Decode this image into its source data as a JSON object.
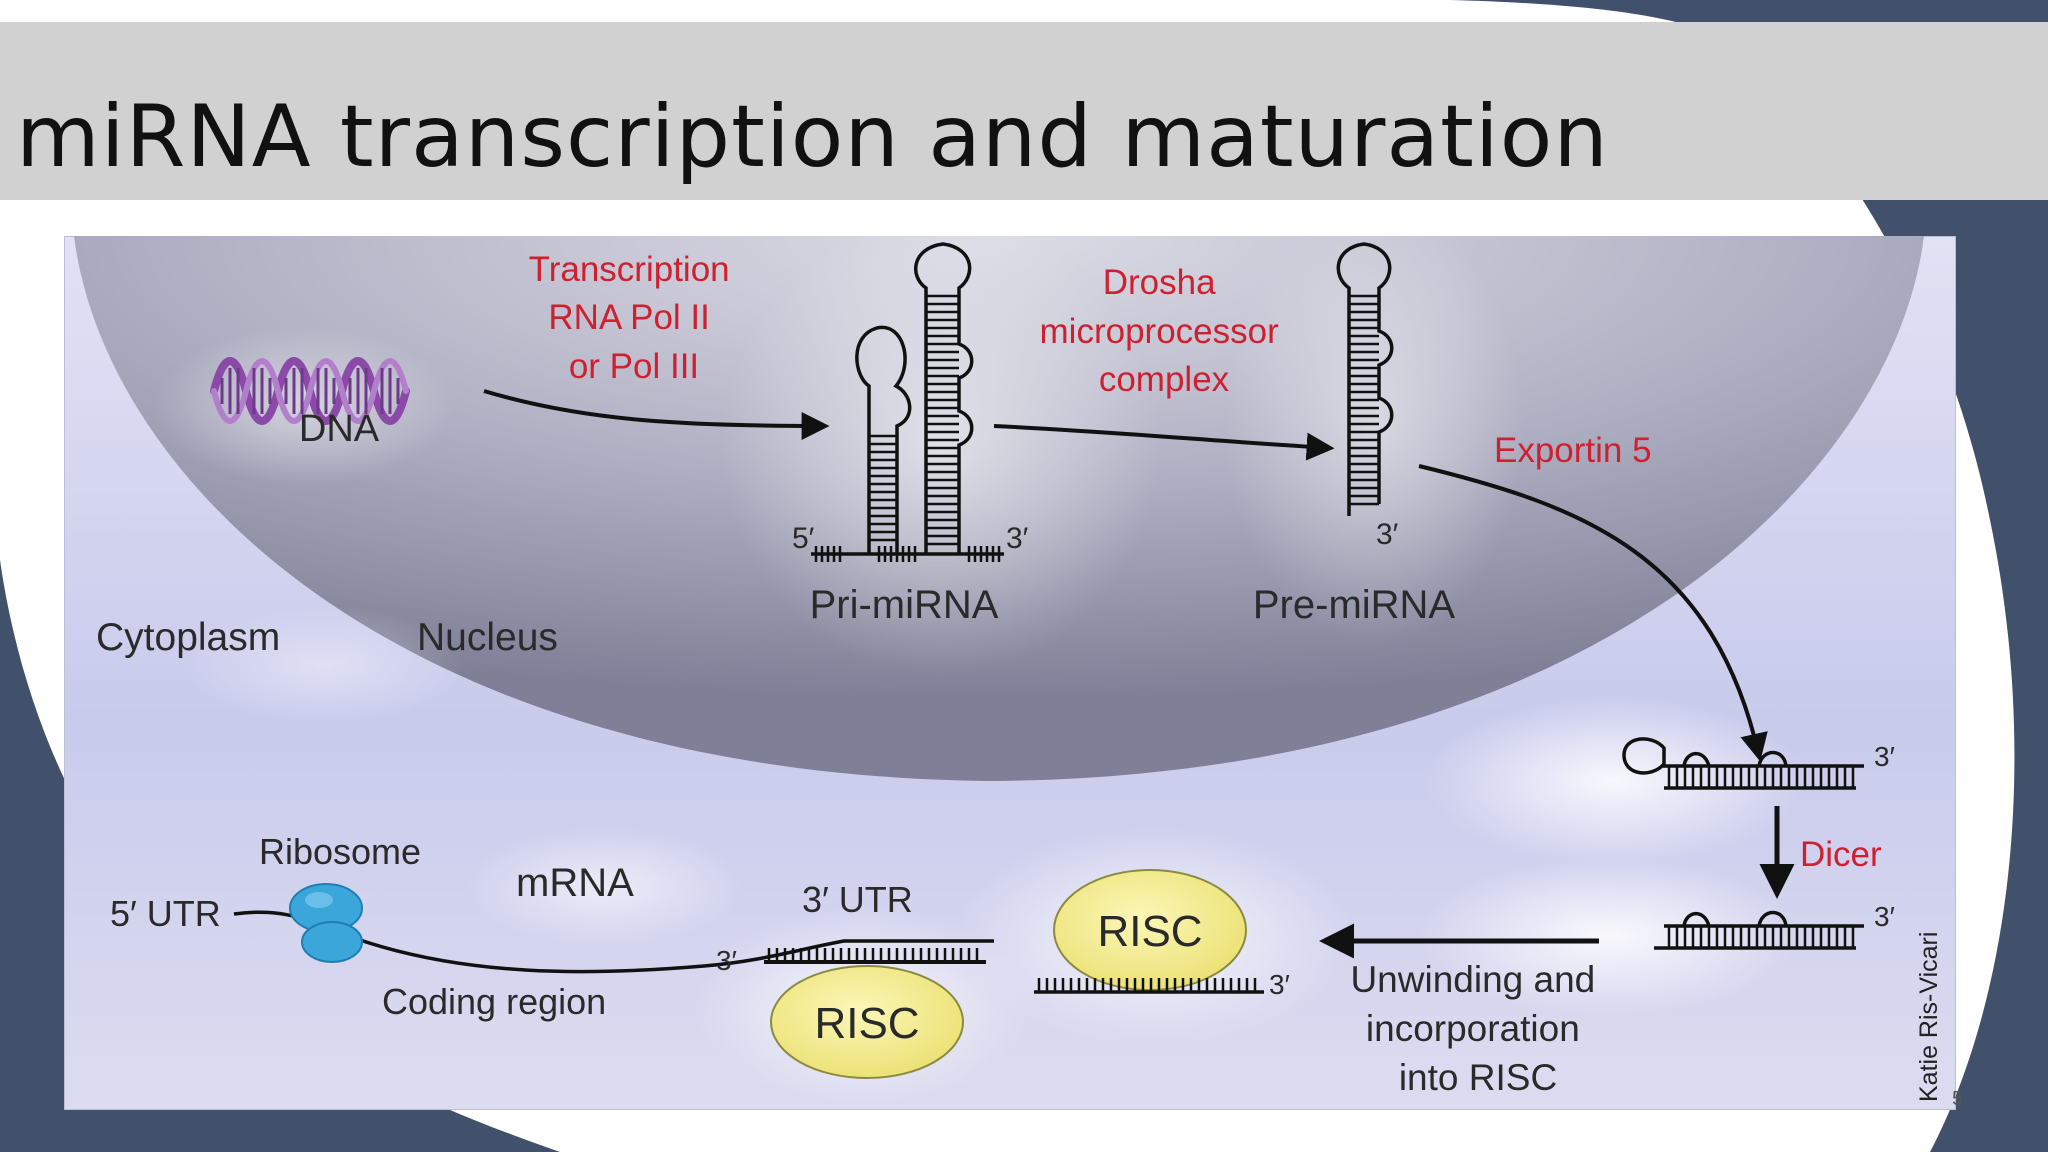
{
  "slide": {
    "title": "miRNA transcription and maturation",
    "page_number": "5"
  },
  "diagram": {
    "dna_label": "DNA",
    "transcription_label": [
      "Transcription",
      "RNA Pol II",
      "or Pol III"
    ],
    "drosha_label": [
      "Drosha",
      "microprocessor",
      "complex"
    ],
    "pri_mirna_label": "Pri-miRNA",
    "pri_five_prime": "5′",
    "pri_three_prime": "3′",
    "pre_mirna_label": "Pre-miRNA",
    "pre_three_prime": "3′",
    "exportin_label": "Exportin 5",
    "cytoplasm_label": "Cytoplasm",
    "nucleus_label": "Nucleus",
    "dicer_label": "Dicer",
    "duplex_three_prime_top": "3′",
    "duplex_three_prime_bottom": "3′",
    "ribosome_label": "Ribosome",
    "mrna_label": "mRNA",
    "five_utr_label": "5′ UTR",
    "three_utr_label": "3′ UTR",
    "coding_region_label": "Coding region",
    "target_three_prime": "3′",
    "risc_bound_label": "RISC",
    "risc_free_label": "RISC",
    "guide_three_prime": "3′",
    "unwinding_label": [
      "Unwinding and",
      "incorporation",
      "into RISC"
    ],
    "credit": "Katie Ris-Vicari"
  },
  "colors": {
    "red_text": "#cf2030",
    "dark_text": "#2a2a2a",
    "nucleus": "#8f8fa6",
    "cytoplasm": "#d3d4ee",
    "risc_fill": "#f3ec8a",
    "ribosome": "#3ba6da",
    "dna": "#8b4aa8",
    "accent_navy": "#41516b"
  }
}
